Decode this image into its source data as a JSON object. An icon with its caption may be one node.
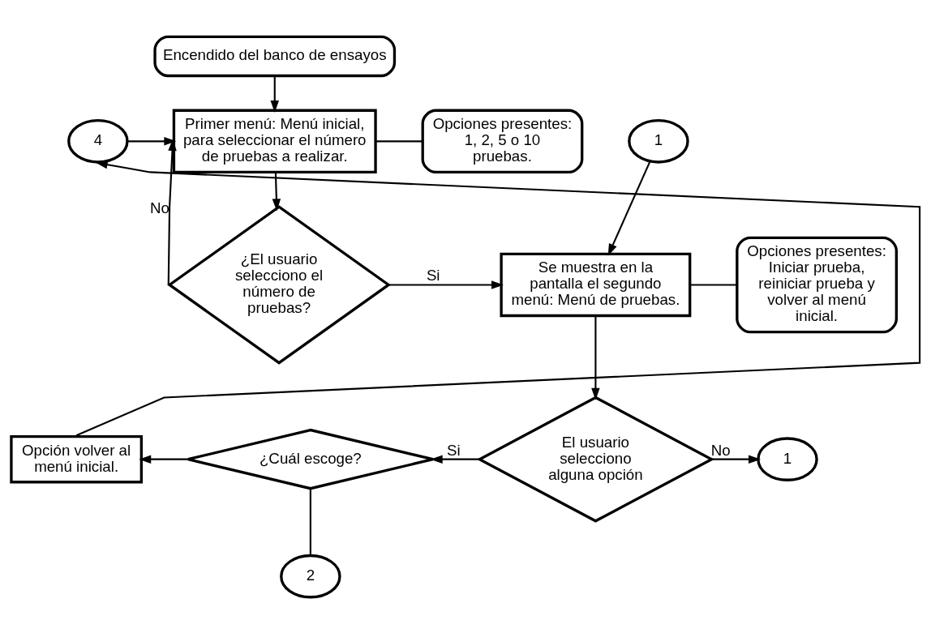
{
  "diagram": {
    "nodes": [
      {
        "text": [
          "Encendido del banco de ensayos"
        ]
      },
      {
        "text": [
          "Primer menú: Menú inicial, para seleccionar el número de pruebas a realizar."
        ]
      },
      {
        "text": [
          "4"
        ]
      },
      {
        "text": [
          "Opciones presentes: 1, 2, 5 o 10 pruebas."
        ]
      },
      {
        "text": [
          "¿El usuario selecciono el número de pruebas?"
        ]
      },
      {
        "text": [
          "1"
        ]
      },
      {
        "text": [
          "Se muestra en la pantalla el segundo menú: Menú de pruebas."
        ]
      },
      {
        "text": [
          "Opciones presentes: Iniciar prueba, reiniciar prueba y volver al menú inicial."
        ]
      },
      {
        "text": [
          "Opción volver al menú inicial."
        ]
      },
      {
        "text": [
          "¿Cuál escoge?"
        ]
      },
      {
        "text": [
          "El usuario selecciono alguna opción"
        ]
      },
      {
        "text": [
          "1"
        ]
      },
      {
        "text": [
          "2"
        ]
      }
    ],
    "edges": [
      {
        "from": 0,
        "to": 1,
        "arrow": "to"
      },
      {
        "from": 2,
        "to": 1,
        "arrow": "to"
      },
      {
        "from": 1,
        "to": 3,
        "arrow": "none"
      },
      {
        "from": 1,
        "to": 4,
        "arrow": "to"
      },
      {
        "from": 4,
        "to": 1,
        "arrow": "to",
        "label": "No"
      },
      {
        "from": 4,
        "to": 6,
        "arrow": "to",
        "label": "Si"
      },
      {
        "from": 5,
        "to": 6,
        "arrow": "to"
      },
      {
        "from": 6,
        "to": 7,
        "arrow": "none"
      },
      {
        "from": 6,
        "to": 10,
        "arrow": "to"
      },
      {
        "from": 10,
        "to": 9,
        "arrow": "to",
        "label": "Si"
      },
      {
        "from": 10,
        "to": 11,
        "arrow": "to",
        "label": "No"
      },
      {
        "from": 9,
        "to": 8,
        "arrow": "to"
      },
      {
        "from": 9,
        "to": 12,
        "arrow": "none"
      },
      {
        "from": 8,
        "to": 2,
        "arrow": "to"
      }
    ]
  }
}
